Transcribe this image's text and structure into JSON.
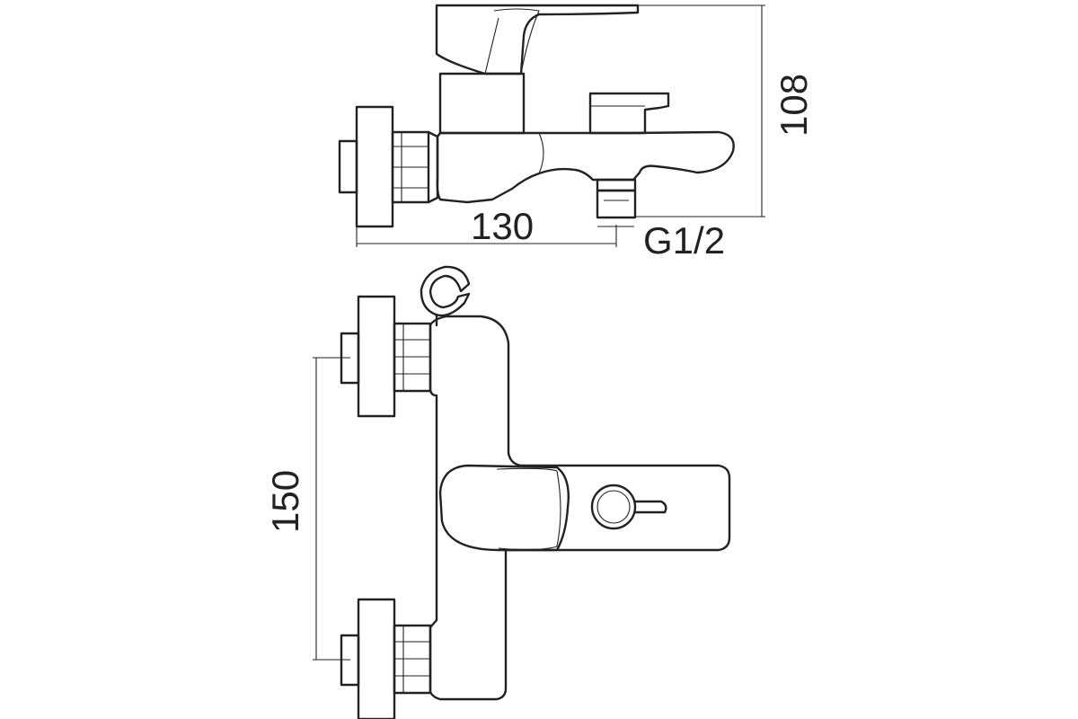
{
  "drawing": {
    "dimensions": {
      "width": "130",
      "height": "108",
      "connection": "G1/2",
      "spacing": "150"
    }
  }
}
